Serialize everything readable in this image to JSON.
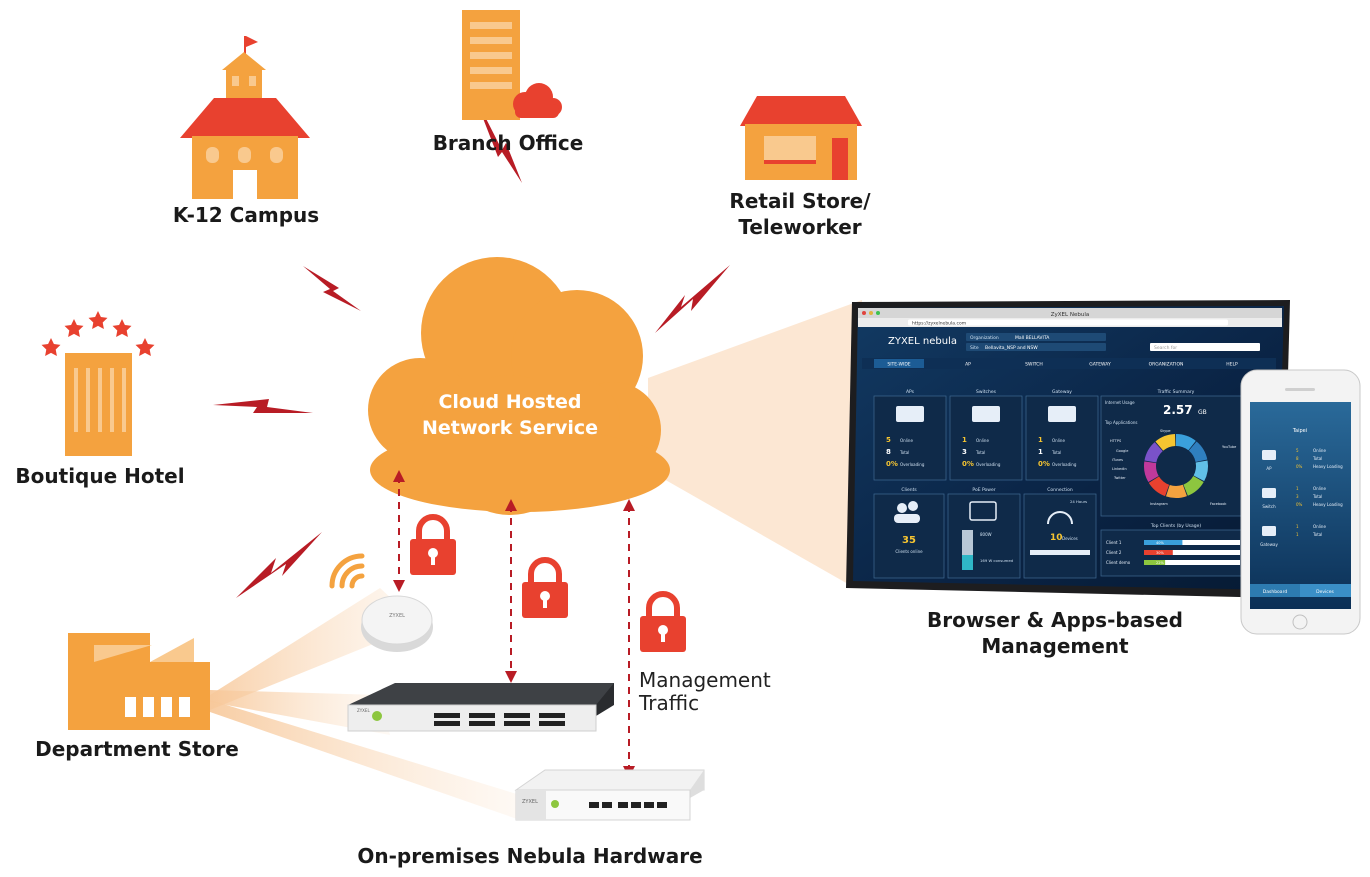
{
  "colors": {
    "orange": "#F4A23F",
    "light_orange": "#F9C98E",
    "red": "#E8412F",
    "dark_red": "#B81C25",
    "beam": "#FBE3CB",
    "text": "#1a1a1a"
  },
  "cloud": {
    "line1": "Cloud Hosted",
    "line2": "Network Service"
  },
  "sites": {
    "k12": "K-12 Campus",
    "branch": "Branch Office",
    "retail_line1": "Retail Store/",
    "retail_line2": "Teleworker",
    "hotel": "Boutique Hotel",
    "department": "Department Store"
  },
  "management": {
    "browser_line1": "Browser & Apps-based",
    "browser_line2": "Management",
    "traffic_line1": "Management",
    "traffic_line2": "Traffic"
  },
  "hardware": {
    "caption": "On-premises Nebula Hardware",
    "brand": "ZYXEL"
  },
  "dashboard": {
    "window_title": "ZyXEL Nebula",
    "url": "https://zyxelnebula.com",
    "logo": "ZYXEL nebula",
    "org_label": "Organization",
    "org_value": "Mall BELLAVITA",
    "site_label": "Site",
    "site_value": "Bellavita_NSP and NSW",
    "search": "Search for",
    "tabs": [
      "SITE-WIDE",
      "AP",
      "SWITCH",
      "GATEWAY",
      "ORGANIZATION",
      "HELP"
    ],
    "cards": [
      {
        "title": "APs",
        "n1": "5",
        "l1": "Online",
        "n2": "8",
        "l2": "Total",
        "n3": "0%",
        "l3": "Overloading"
      },
      {
        "title": "Switches",
        "n1": "1",
        "l1": "Online",
        "n2": "3",
        "l2": "Total",
        "n3": "0%",
        "l3": "Overloading"
      },
      {
        "title": "Gateway",
        "n1": "1",
        "l1": "Online",
        "n2": "1",
        "l2": "Total",
        "n3": "0%",
        "l3": "Overloading"
      }
    ],
    "traffic_title": "Traffic Summary",
    "internet_usage": "Internet Usage",
    "usage_value": "2.57",
    "usage_unit": "GB",
    "top_apps": "Top Applications",
    "apps": [
      "Skype",
      "HTTPS",
      "Google",
      "iTunes",
      "LinkedIn",
      "Twitter",
      "Instagram",
      "Facebook",
      "YouTube"
    ],
    "clients_title": "Clients",
    "clients_value": "35",
    "clients_label": "Clients online",
    "poe_title": "PoE Power",
    "poe_total": "800W",
    "poe_used": "169 W consumed",
    "conn_title": "Connection",
    "conn_range": "24 Hours",
    "conn_value": "10",
    "conn_label": "Devices",
    "top_clients": "Top Clients (by Usage)",
    "client_names": [
      "Client 1",
      "Client 2",
      "Client demo"
    ],
    "client_pcts": [
      "40%",
      "30%",
      "22%"
    ],
    "client_shares": [
      0.4,
      0.3,
      0.22
    ]
  },
  "phone": {
    "title": "Taipei",
    "rows": [
      {
        "name": "AP",
        "n1": "5",
        "l1": "Online",
        "n2": "8",
        "l2": "Total",
        "n3": "0%",
        "l3": "Heavy Loading"
      },
      {
        "name": "Switch",
        "n1": "1",
        "l1": "Online",
        "n2": "3",
        "l2": "Total",
        "n3": "0%",
        "l3": "Heavy Loading"
      },
      {
        "name": "Gateway",
        "n1": "1",
        "l1": "Online",
        "n2": "1",
        "l2": "Total"
      }
    ],
    "tab1": "Dashboard",
    "tab2": "Devices"
  },
  "icons": [
    "school-icon",
    "building-icon",
    "cloud-icon",
    "store-icon",
    "hotel-icon",
    "star-icon",
    "factory-icon",
    "lightning-icon",
    "lock-icon",
    "wifi-icon",
    "access-point-icon",
    "switch-icon",
    "gateway-icon",
    "laptop-icon",
    "phone-icon"
  ]
}
